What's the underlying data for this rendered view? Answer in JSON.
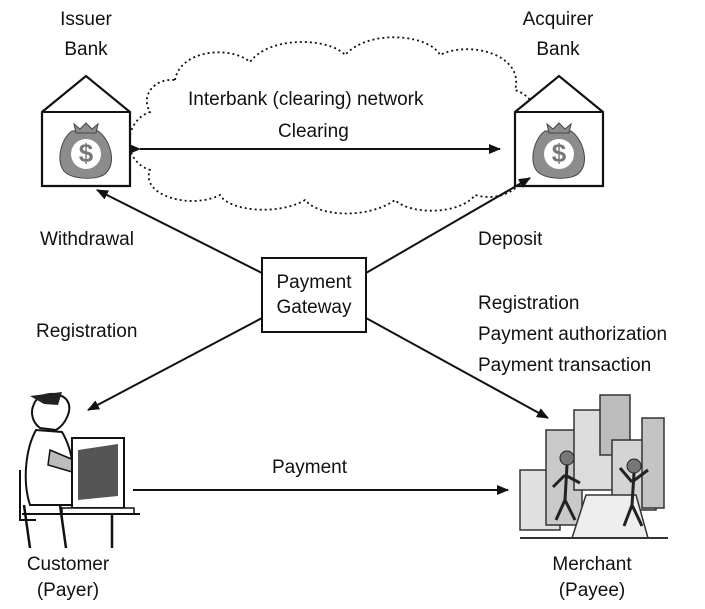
{
  "nodes": {
    "issuer": {
      "line1": "Issuer",
      "line2": "Bank"
    },
    "acquirer": {
      "line1": "Acquirer",
      "line2": "Bank"
    },
    "gateway": {
      "line1": "Payment",
      "line2": "Gateway"
    },
    "customer": {
      "line1": "Customer",
      "line2": "(Payer)"
    },
    "merchant": {
      "line1": "Merchant",
      "line2": "(Payee)"
    }
  },
  "network": {
    "title": "Interbank (clearing) network",
    "clearing_label": "Clearing"
  },
  "edges": {
    "withdrawal": "Withdrawal",
    "deposit": "Deposit",
    "registration": "Registration",
    "merchant_flow": [
      "Registration",
      "Payment authorization",
      "Payment transaction"
    ],
    "payment": "Payment"
  },
  "icons": {
    "bank": "money-bag-dollar-icon",
    "customer": "person-at-computer-icon",
    "merchant": "buildings-shoppers-icon",
    "bank_symbol": "$"
  }
}
